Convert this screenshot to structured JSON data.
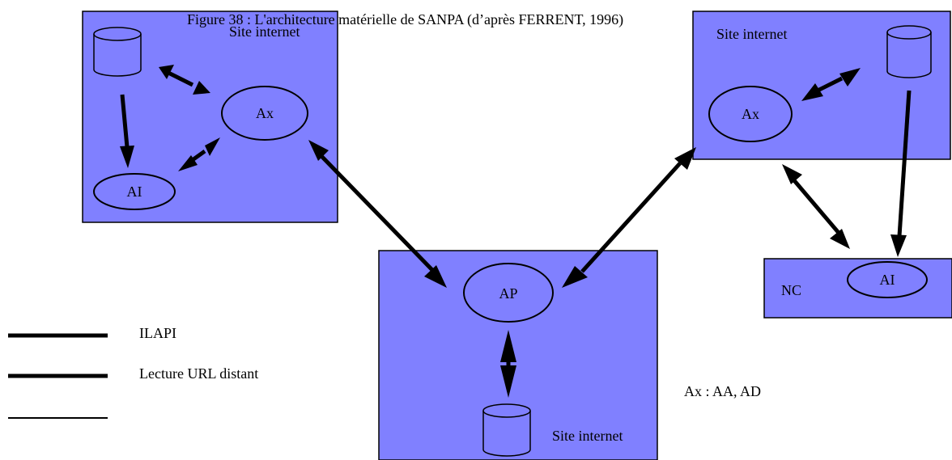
{
  "caption": "Figure 38 : L'architecture matérielle de SANPA (d’après FERRENT, 1996)",
  "colors": {
    "box_fill": "#8080ff",
    "line": "#000000",
    "background": "#ffffff"
  },
  "site_left": {
    "label": "Site internet",
    "agent_ax": "Ax",
    "agent_ai": "AI",
    "icon": "database-icon"
  },
  "site_right": {
    "label": "Site internet",
    "agent_ax": "Ax",
    "icon": "database-icon"
  },
  "site_center": {
    "label": "Site internet",
    "agent_ap": "AP",
    "icon": "database-icon"
  },
  "nc_box": {
    "label": "NC",
    "agent_ai": "AI"
  },
  "legend": {
    "items": [
      {
        "label": "ILAPI",
        "line": "thick"
      },
      {
        "label": "Lecture URL distant",
        "line": "thick"
      },
      {
        "label": "",
        "line": "thin"
      }
    ]
  },
  "note": "Ax : AA, AD"
}
